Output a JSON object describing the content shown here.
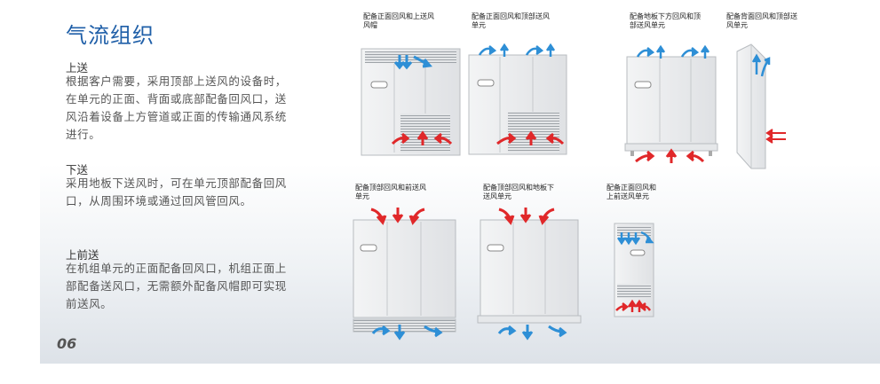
{
  "title": "气流组织",
  "sections": [
    {
      "heading": "上送",
      "body": "根据客户需要，采用顶部上送风的设备时，在单元的正面、背面或底部配备回风口，送风沿着设备上方管道或正面的传输通风系统进行。"
    },
    {
      "heading": "下送",
      "body": "采用地板下送风时，可在单元顶部配备回风口，从周围环境或通过回风管回风。"
    },
    {
      "heading": "上前送",
      "body": "在机组单元的正面配备回风口，机组正面上部配备送风口，无需额外配备风帽即可实现前送风。"
    }
  ],
  "page_number": "06",
  "captions": [
    "配备正面回风和上送风\n风帽",
    "配备正面回风和顶部送风\n单元",
    "配备地板下方回风和顶\n部送风单元",
    "配备背面回风和顶部送\n风单元",
    "配备顶部回风和前送风\n单元",
    "配备顶部回风和地板下\n送风单元",
    "配备正面回风和\n上前送风单元"
  ],
  "colors": {
    "title": "#1f5fa8",
    "supply_arrow": "#2e8fd6",
    "return_arrow": "#e0282a",
    "cabinet": "#e9eaec"
  }
}
